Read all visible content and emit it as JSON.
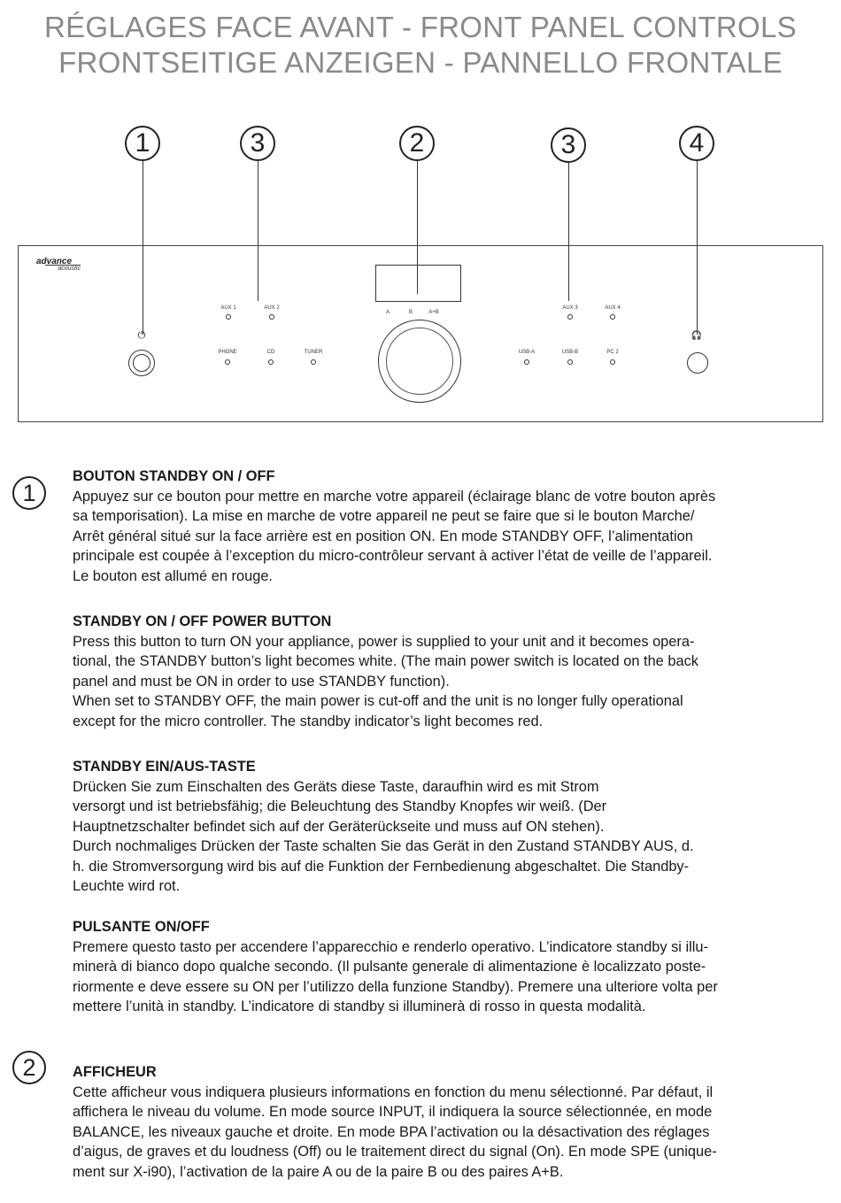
{
  "header": {
    "title_line1": "RÉGLAGES FACE AVANT - FRONT PANEL CONTROLS",
    "title_line2": "FRONTSEITIGE ANZEIGEN - PANNELLO FRONTALE"
  },
  "callouts": [
    "1",
    "3",
    "2",
    "3",
    "4"
  ],
  "panel": {
    "brand": "advance",
    "brand_sub": "acoustic",
    "inputs_top_left": [
      "AUX 1",
      "AUX 2"
    ],
    "inputs_bottom_left": [
      "PHONE",
      "CD",
      "TUNER"
    ],
    "speakers": [
      "A",
      "B",
      "A+B"
    ],
    "inputs_top_right": [
      "AUX 3",
      "AUX 4"
    ],
    "inputs_bottom_right": [
      "USB-A",
      "USB-B",
      "PC 2"
    ],
    "power_symbol": "⏻",
    "headphone_symbol": "🎧"
  },
  "sections": [
    {
      "number": "1",
      "blocks": [
        {
          "heading": "BOUTON STANDBY  ON / OFF",
          "lines": [
            "Appuyez sur ce bouton pour mettre en marche votre appareil (éclairage blanc de votre bouton après",
            "sa temporisation). La mise en marche de votre appareil ne peut se faire que si le bouton Marche/",
            "Arrêt général situé sur la face arrière est en position ON. En mode STANDBY OFF, l’alimentation",
            "principale est coupée à l’exception du micro-contrôleur servant à activer l’état de veille de l’appareil.",
            "Le bouton est allumé en rouge."
          ]
        },
        {
          "heading": "STANDBY  ON / OFF POWER BUTTON",
          "lines": [
            "Press this button to turn ON your appliance, power is supplied to your unit and it becomes opera-",
            "tional, the STANDBY button’s light becomes white. (The main power switch is located on the back",
            "panel and must be ON in order to use STANDBY function).",
            "When set to STANDBY OFF, the main power is cut-off and the unit is no longer fully operational",
            "except for the micro controller. The standby indicator’s light becomes red."
          ]
        },
        {
          "heading": "STANDBY EIN/AUS-TASTE",
          "lines": [
            "Drücken Sie zum Einschalten des Geräts diese Taste, daraufhin wird es mit Strom",
            "versorgt und ist betriebsfähig; die Beleuchtung des Standby Knopfes wir weiß. (Der",
            "Hauptnetzschalter befindet sich auf der Geräterückseite und muss auf ON stehen).",
            "Durch nochmaliges Drücken der Taste schalten Sie das Gerät in den Zustand STANDBY AUS, d.",
            "h. die Stromversorgung wird bis auf die Funktion der Fernbedienung abgeschaltet. Die Standby-",
            "Leuchte wird rot."
          ]
        },
        {
          "heading": "PULSANTE ON/OFF",
          "lines": [
            "Premere questo tasto per accendere l’apparecchio e renderlo operativo. L’indicatore standby si illu-",
            "minerà di bianco dopo qualche secondo. (Il pulsante generale di alimentazione è localizzato poste-",
            "riormente e deve essere su ON per l’utilizzo della funzione Standby).  Premere una ulteriore volta per",
            "mettere l’unità in standby. L’indicatore di standby si illuminerà di rosso in questa modalità."
          ]
        }
      ]
    },
    {
      "number": "2",
      "blocks": [
        {
          "heading": "AFFICHEUR",
          "lines": [
            "Cette afficheur vous indiquera plusieurs informations en fonction du menu sélectionné. Par défaut, il",
            "affichera le niveau du volume. En mode source INPUT, il indiquera la source sélectionnée, en mode",
            "BALANCE, les niveaux gauche et droite. En mode BPA l’activation ou la désactivation des réglages",
            "d’aigus, de graves et du loudness (Off) ou le traitement direct du signal (On). En mode SPE (unique-",
            "ment sur X-i90), l’activation de la paire A ou de la paire B ou des paires A+B."
          ]
        }
      ]
    }
  ]
}
